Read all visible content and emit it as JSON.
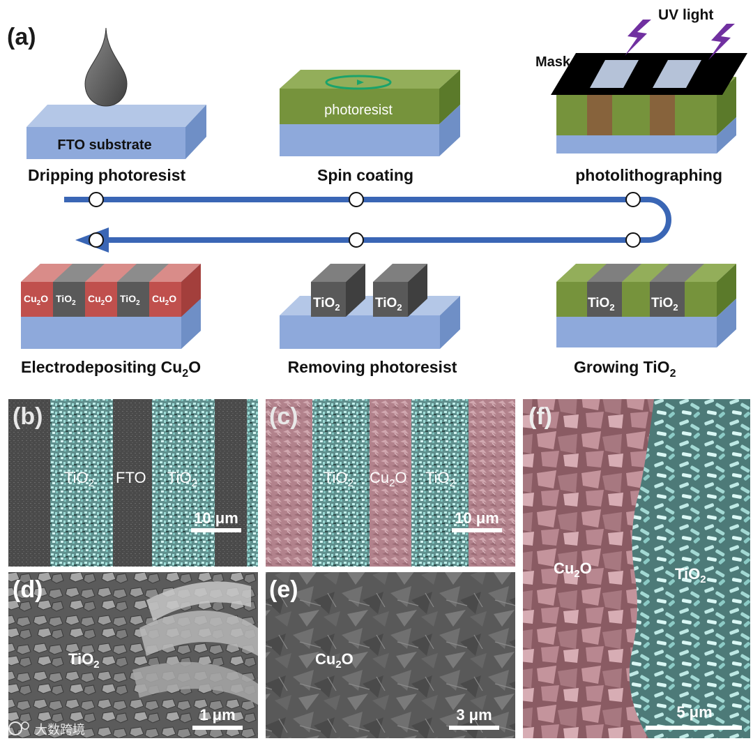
{
  "panel_a": {
    "label": "(a)",
    "substrate_text": "FTO substrate",
    "photoresist_text": "photoresist",
    "mask_text": "Mask",
    "uv_text": "UV light",
    "steps_top": [
      "Dripping photoresist",
      "Spin coating",
      "photolithographing"
    ],
    "steps_bottom": [
      "Electrodepositing Cu",
      "Removing photoresist",
      "Growing TiO"
    ],
    "sub_2": "2",
    "steps_bottom_suffix": [
      "O",
      "",
      ""
    ],
    "cu2o": {
      "base": "Cu",
      "sub": "2",
      "tail": "O"
    },
    "tio2": {
      "base": "TiO",
      "sub": "2"
    }
  },
  "panel_b": {
    "label": "(b)",
    "labels": [
      "TiO",
      "FTO",
      "TiO"
    ],
    "scale": "10 μm"
  },
  "panel_c": {
    "label": "(c)",
    "labels": [
      "TiO",
      "Cu",
      "TiO"
    ],
    "scale": "10 μm"
  },
  "panel_d": {
    "label": "(d)",
    "material": "TiO",
    "scale": "1 μm"
  },
  "panel_e": {
    "label": "(e)",
    "material": "Cu",
    "scale": "3 μm"
  },
  "panel_f": {
    "label": "(f)",
    "left": "Cu",
    "right": "TiO",
    "scale": "5 μm"
  },
  "watermark": {
    "text": "大数跨境"
  },
  "colors": {
    "substrate": "#8ea9db",
    "photoresist": "#76933c",
    "tio2": "#595959",
    "cu2o": "#c0504d",
    "arrow": "#3a66b5",
    "teal": "#8fd4cf",
    "pink": "#c98a98"
  }
}
